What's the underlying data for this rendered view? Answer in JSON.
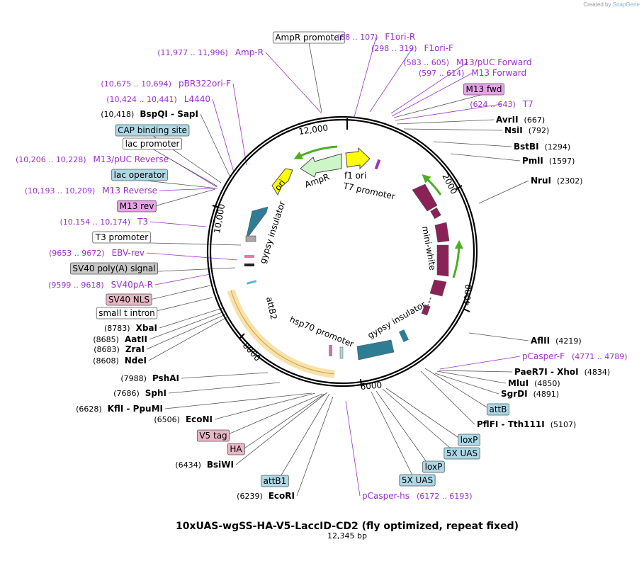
{
  "credit": {
    "prefix": "Created by",
    "brand": "SnapGene"
  },
  "title": "10xUAS-wgSS-HA-V5-LaccID-CD2 (fly optimized, repeat fixed)",
  "subtitle": "12,345 bp",
  "colors": {
    "primer": "#9b30c9",
    "feature_blue": "#add8e6",
    "feature_pink": "#e8b7c6",
    "feature_gray": "#c8c8c8",
    "feature_violet": "#e6a4e6",
    "mini_white": "#8b2257",
    "gypsy": "#2e7d95",
    "ampr": "#ccf5c8",
    "f1ori": "#ffff00",
    "ori": "#ffff00",
    "hsp70": "#f8e2a8"
  },
  "ticks": [
    {
      "label": "12,000"
    },
    {
      "label": "2000"
    },
    {
      "label": "4000"
    },
    {
      "label": "6000"
    },
    {
      "label": "8000"
    },
    {
      "label": "10,000"
    }
  ],
  "inner_labels": [
    {
      "text": "AmpR"
    },
    {
      "text": "f1 ori"
    },
    {
      "text": "ori"
    },
    {
      "text": "T7 promoter"
    },
    {
      "text": "gypsy insulator"
    },
    {
      "text": "mini-white"
    },
    {
      "text": "attB2"
    },
    {
      "text": "hsp70 promoter"
    },
    {
      "text": "gypsy insulator"
    }
  ],
  "external_labels": [
    {
      "name": "AmpR promoter",
      "box": "white"
    },
    {
      "name": "F1ori-R",
      "range": "(88 .. 107)",
      "kind": "primer"
    },
    {
      "name": "F1ori-F",
      "range": "(298 .. 319)",
      "kind": "primer"
    },
    {
      "name": "M13/pUC Forward",
      "range": "(583 .. 605)",
      "kind": "primer"
    },
    {
      "name": "M13 Forward",
      "range": "(597 .. 614)",
      "kind": "primer"
    },
    {
      "name": "M13 fwd",
      "box": "violet"
    },
    {
      "name": "T7",
      "range": "(624 .. 643)",
      "kind": "primer"
    },
    {
      "name": "AvrII",
      "pos": "(667)",
      "kind": "enzyme"
    },
    {
      "name": "NsiI",
      "pos": "(792)",
      "kind": "enzyme"
    },
    {
      "name": "BstBI",
      "pos": "(1294)",
      "kind": "enzyme"
    },
    {
      "name": "PmlI",
      "pos": "(1597)",
      "kind": "enzyme"
    },
    {
      "name": "NruI",
      "pos": "(2302)",
      "kind": "enzyme"
    },
    {
      "name": "AflII",
      "pos": "(4219)",
      "kind": "enzyme"
    },
    {
      "name": "pCasper-F",
      "range": "(4771 .. 4789)",
      "kind": "primer"
    },
    {
      "name": "PaeR7I",
      "name2": "XhoI",
      "pos": "(4834)",
      "kind": "enzyme2"
    },
    {
      "name": "MluI",
      "pos": "(4850)",
      "kind": "enzyme"
    },
    {
      "name": "SgrDI",
      "pos": "(4891)",
      "kind": "enzyme"
    },
    {
      "name": "attB",
      "box": "blue"
    },
    {
      "name": "PflFI",
      "name2": "Tth111I",
      "pos": "(5107)",
      "kind": "enzyme2"
    },
    {
      "name": "loxP",
      "box": "blue"
    },
    {
      "name": "5X UAS",
      "box": "blue"
    },
    {
      "name": "loxP",
      "box": "blue"
    },
    {
      "name": "5X UAS",
      "box": "blue"
    },
    {
      "name": "pCasper-hs",
      "range": "(6172 .. 6193)",
      "kind": "primer"
    },
    {
      "name": "EcoRI",
      "pos": "(6239)",
      "kind": "enzyme"
    },
    {
      "name": "attB1",
      "box": "blue"
    },
    {
      "name": "BsiWI",
      "pos": "(6434)",
      "kind": "enzyme"
    },
    {
      "name": "HA",
      "box": "pink"
    },
    {
      "name": "V5 tag",
      "box": "pink"
    },
    {
      "name": "EcoNI",
      "pos": "(6506)",
      "kind": "enzyme"
    },
    {
      "name": "KflI",
      "name2": "PpuMI",
      "pos": "(6628)",
      "kind": "enzyme2"
    },
    {
      "name": "SphI",
      "pos": "(7686)",
      "kind": "enzyme"
    },
    {
      "name": "PshAI",
      "pos": "(7988)",
      "kind": "enzyme"
    },
    {
      "name": "NdeI",
      "pos": "(8608)",
      "kind": "enzyme"
    },
    {
      "name": "ZraI",
      "pos": "(8683)",
      "kind": "enzyme"
    },
    {
      "name": "AatII",
      "pos": "(8685)",
      "kind": "enzyme"
    },
    {
      "name": "XbaI",
      "pos": "(8783)",
      "kind": "enzyme"
    },
    {
      "name": "small t intron",
      "box": "white"
    },
    {
      "name": "SV40 NLS",
      "box": "pink"
    },
    {
      "name": "SV40pA-R",
      "range": "(9599 .. 9618)",
      "kind": "primer"
    },
    {
      "name": "SV40 poly(A) signal",
      "box": "gray"
    },
    {
      "name": "EBV-rev",
      "range": "(9653 .. 9672)",
      "kind": "primer"
    },
    {
      "name": "T3 promoter",
      "box": "white"
    },
    {
      "name": "T3",
      "range": "(10,154 .. 10,174)",
      "kind": "primer"
    },
    {
      "name": "M13 rev",
      "box": "violet"
    },
    {
      "name": "M13 Reverse",
      "range": "(10,193 .. 10,209)",
      "kind": "primer"
    },
    {
      "name": "lac operator",
      "box": "blue"
    },
    {
      "name": "M13/pUC Reverse",
      "range": "(10,206 .. 10,228)",
      "kind": "primer"
    },
    {
      "name": "lac promoter",
      "box": "white"
    },
    {
      "name": "CAP binding site",
      "box": "blue"
    },
    {
      "name": "BspQI",
      "name2": "SapI",
      "pos": "(10,418)",
      "kind": "enzyme2"
    },
    {
      "name": "L4440",
      "range": "(10,424 .. 10,441)",
      "kind": "primer"
    },
    {
      "name": "pBR322ori-F",
      "range": "(10,675 .. 10,694)",
      "kind": "primer"
    },
    {
      "name": "Amp-R",
      "range": "(11,977 .. 11,996)",
      "kind": "primer"
    }
  ]
}
